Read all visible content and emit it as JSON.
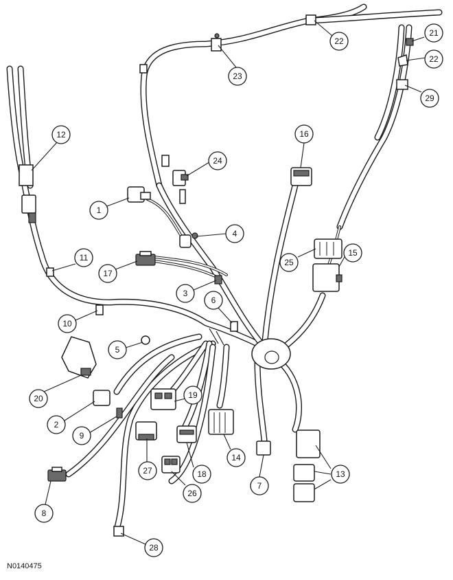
{
  "figure": {
    "reference_code": "N0140475"
  },
  "callouts": [
    {
      "label": "1"
    },
    {
      "label": "2"
    },
    {
      "label": "3"
    },
    {
      "label": "4"
    },
    {
      "label": "5"
    },
    {
      "label": "6"
    },
    {
      "label": "7"
    },
    {
      "label": "8"
    },
    {
      "label": "9"
    },
    {
      "label": "10"
    },
    {
      "label": "11"
    },
    {
      "label": "12"
    },
    {
      "label": "13"
    },
    {
      "label": "14"
    },
    {
      "label": "15"
    },
    {
      "label": "16"
    },
    {
      "label": "17"
    },
    {
      "label": "18"
    },
    {
      "label": "19"
    },
    {
      "label": "20"
    },
    {
      "label": "21"
    },
    {
      "label": "22"
    },
    {
      "label": "22"
    },
    {
      "label": "23"
    },
    {
      "label": "24"
    },
    {
      "label": "25"
    },
    {
      "label": "26"
    },
    {
      "label": "27"
    },
    {
      "label": "28"
    },
    {
      "label": "29"
    }
  ],
  "colors": {
    "line": "#1a1a1a",
    "background": "#ffffff"
  }
}
